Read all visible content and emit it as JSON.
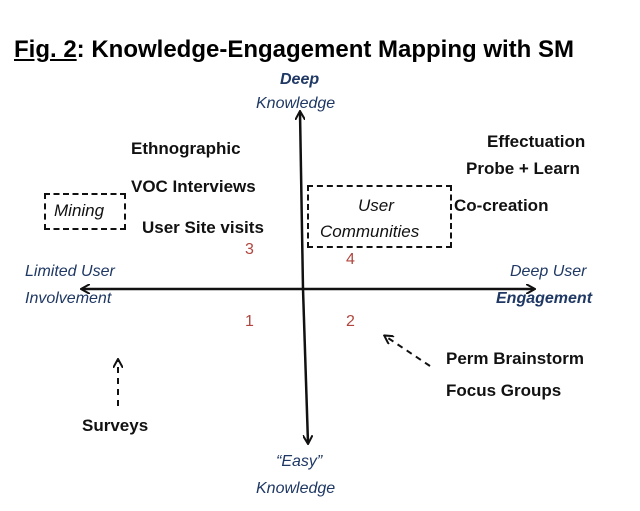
{
  "title": {
    "prefix": "Fig. 2",
    "rest": ": Knowledge-Engagement Mapping with SM"
  },
  "axes": {
    "top": [
      "Deep",
      "Knowledge"
    ],
    "bottom": [
      "“Easy”",
      "Knowledge"
    ],
    "left": [
      "Limited User",
      "Involvement"
    ],
    "right": [
      "Deep User",
      "Engagement"
    ]
  },
  "quadrants": [
    "1",
    "2",
    "3",
    "4"
  ],
  "items": {
    "ethnographic": "Ethnographic",
    "voc": "VOC Interviews",
    "site_visits": "User Site visits",
    "mining": "Mining",
    "user_communities": [
      "User",
      "Communities"
    ],
    "co_creation": "Co-creation",
    "effectuation": "Effectuation",
    "probe_learn": "Probe + Learn",
    "perm_brainstorm": "Perm Brainstorm",
    "focus_groups": "Focus Groups",
    "surveys": "Surveys"
  }
}
